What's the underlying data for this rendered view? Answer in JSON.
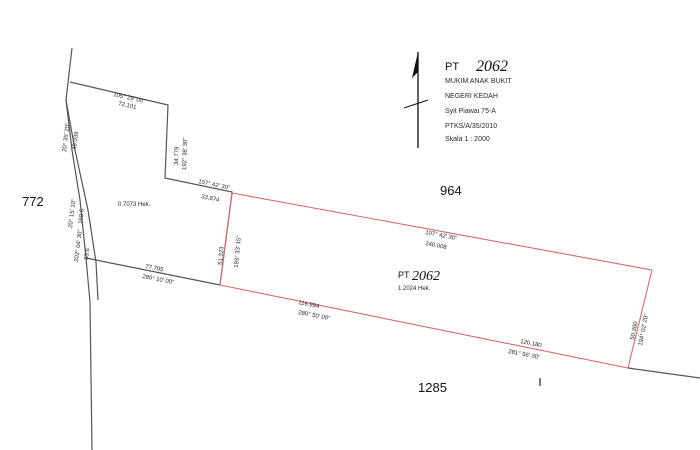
{
  "title_block": {
    "prefix": "PT",
    "lot_number": "2062",
    "lines": [
      "MUKIM ANAK BUKIT",
      "NEGERI KEDAH",
      "Syit Piawai 75-A",
      "PTKS/A/35/2010",
      "Skala 1 : 2000"
    ]
  },
  "neighbors": {
    "left": "772",
    "top": "964",
    "bottom": "1285"
  },
  "parcels": {
    "main": {
      "prefix": "PT",
      "number": "2062",
      "area": "1.2024 Hek."
    },
    "left": {
      "area": "0.7073 Hek."
    }
  },
  "boundaries": {
    "top_left_bearing": "105° 29' 00\"",
    "top_left_distance": "72.101",
    "inner_vert_distance": "34.779",
    "inner_vert_bearing": "192° 38' 30\"",
    "inner_horiz_bearing": "107° 42' 30\"",
    "inner_horiz_distance": "33.874",
    "inner_lower_distance": "51.323",
    "inner_lower_bearing": "193° 33' 15\"",
    "main_top_bearing": "107° 42' 30\"",
    "main_top_distance": "240.008",
    "right_distance": "50.300",
    "right_bearing": "194° 02' 20\"",
    "left_lower_distance": "77.795",
    "left_lower_bearing": "280° 10' 00\"",
    "main_bottom_distance": "116.994",
    "main_bottom_bearing": "280° 50' 00\"",
    "main_bottom_right_distance": "120.180",
    "main_bottom_right_bearing": "281° 56' 30\"",
    "west_1_bearing": "20° 35' 20\"",
    "west_1_distance": "49.039",
    "west_2_bearing": "20° 15' 10\"",
    "west_2_distance": "169.6",
    "west_3_bearing": "202° 04' 30\"",
    "west_3_distance": "53.6"
  }
}
